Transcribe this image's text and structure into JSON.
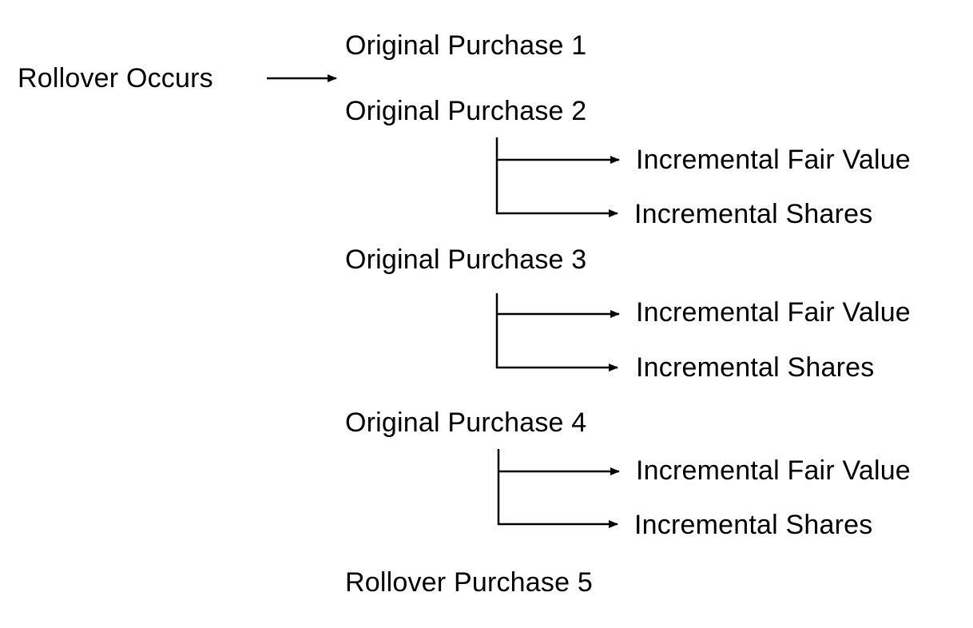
{
  "diagram": {
    "trigger": "Rollover Occurs",
    "purchases": [
      {
        "label": "Original Purchase 1",
        "children": []
      },
      {
        "label": "Original Purchase 2",
        "children": [
          "Incremental Fair Value",
          "Incremental Shares"
        ]
      },
      {
        "label": "Original Purchase 3",
        "children": [
          "Incremental Fair Value",
          "Incremental Shares"
        ]
      },
      {
        "label": "Original Purchase 4",
        "children": [
          "Incremental Fair Value",
          "Incremental Shares"
        ]
      },
      {
        "label": "Rollover Purchase 5",
        "children": []
      }
    ]
  }
}
